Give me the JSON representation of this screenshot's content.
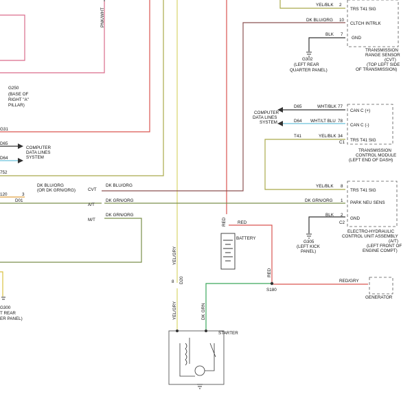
{
  "labels": {
    "yel_blk_top": "YEL/BLK",
    "yel_blk": "YEL/BLK",
    "pin_2": "2",
    "pin_10": "10",
    "pin_7": "7",
    "pin_77": "77",
    "pin_78": "78",
    "pin_34": "34",
    "pin_8": "8",
    "pin_1": "1",
    "pin_3": "3",
    "trs_t41_sig": "TRS T41 SIG",
    "dk_blu_org": "DK BLU/ORG",
    "cltch_intrlk": "CLTCH INTRLK",
    "blk": "BLK",
    "gnd": "GND",
    "trs_sensor_1": "TRANSMISSION",
    "trs_sensor_2": "RANGE SENSOR",
    "trs_sensor_3": "(CVT)",
    "trs_sensor_4": "(TOP LEFT SIDE",
    "trs_sensor_5": "OF TRANSMISSION)",
    "g302": "G302",
    "g302_loc_1": "(LEFT REAR",
    "g302_loc_2": "QUARTER PANEL)",
    "pnk_wht": "PNK/WHT",
    "g250": "G250",
    "g250_loc_1": "(BASE OF",
    "g250_loc_2": "RIGHT \"A\"",
    "g250_loc_3": "PILLAR)",
    "g31": "G31",
    "d65_left": "D65",
    "d64_left": "D64",
    "computer": "COMPUTER",
    "data_lines": "DATA LINES",
    "system": "SYSTEM",
    "n752": "752",
    "d65": "D65",
    "d64": "D64",
    "wht_blk": "WHT/BLK",
    "wht_lt_blu": "WHT/LT BLU",
    "can_c_plus": "CAN C (+)",
    "can_c_minus": "CAN C (-)",
    "t41": "T41",
    "c1": "C1",
    "tcm_1": "TRANSMISSION",
    "tcm_2": "CONTROL MODULE",
    "tcm_3": "(LEFT END OF DASH)",
    "or_dk_grn_org": "(OR DK GRN/ORG)",
    "n120": "120",
    "d01": "D01",
    "cvt": "CVT",
    "at": "A/T",
    "mt": "M/T",
    "dk_grn_org": "DK GRN/ORG",
    "park_neu_sens": "PARK NEU SENS",
    "c2": "C2",
    "ehcu_1": "ELECTRO-HYDRAULIC",
    "ehcu_2": "CONTROL UNIT ASSEMBLY",
    "ehcu_3": "(A/T)",
    "ehcu_4": "(LEFT FRONT OF",
    "ehcu_5": "ENGINE COMPT)",
    "g305": "G305",
    "g305_loc_1": "(LEFT KICK",
    "g305_loc_2": "PANEL)",
    "red": "RED",
    "battery": "BATTERY",
    "s180": "S180",
    "red_gry": "RED/GRY",
    "generator": "GENERATOR",
    "yel_gry": "YEL/GRY",
    "d20": "D20",
    "dk_grn": "DK GRN",
    "starter": "STARTER",
    "g300": "G300",
    "g300_loc_1": "T REAR",
    "g300_loc_2": "ER PANEL)"
  },
  "colors": {
    "red_wire": "#d9534f",
    "pink_wire": "#d96b8a",
    "green_wire": "#3aa65a",
    "yellow_wire": "#d9d46a",
    "olive_wire": "#a9a94a",
    "brown_wire": "#8a5050",
    "light_blue_wire": "#6ac0d9"
  }
}
